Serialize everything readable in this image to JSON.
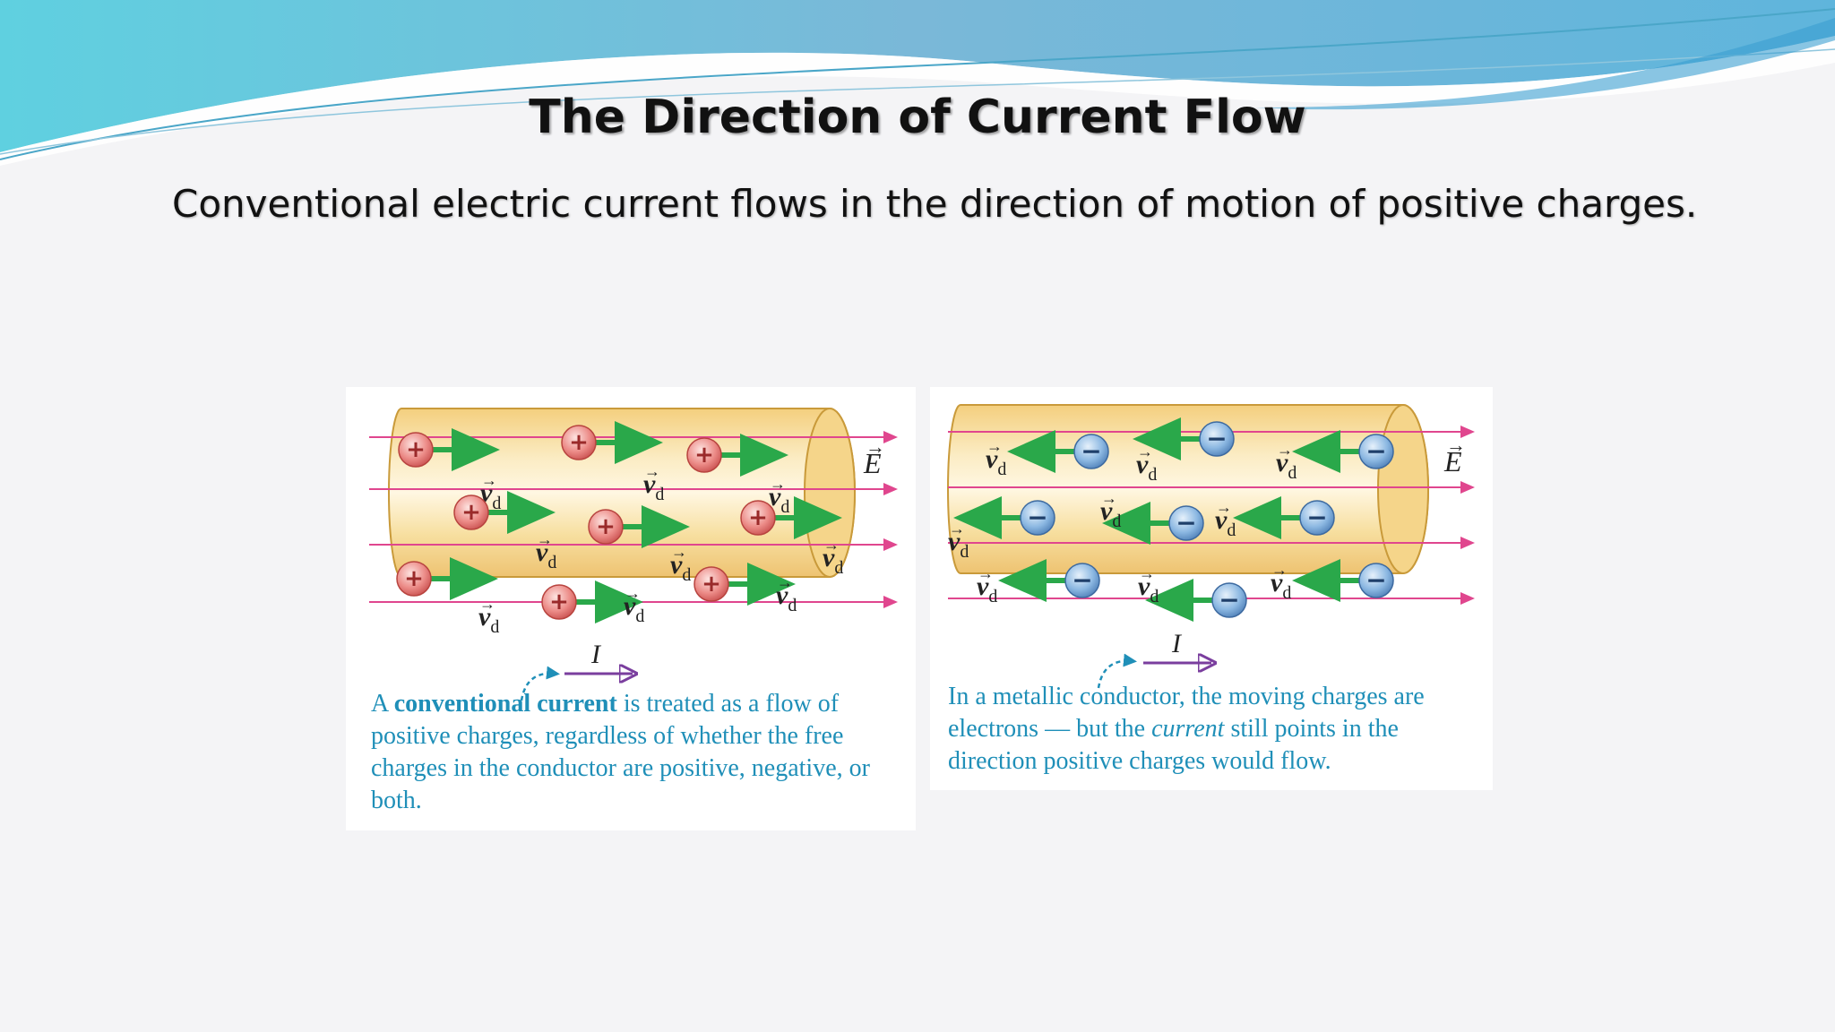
{
  "slide": {
    "title": "The Direction of Current Flow",
    "subtitle": "Conventional electric current flows in the direction of motion of positive charges."
  },
  "diagram_left": {
    "symbols": {
      "drift_velocity": "v",
      "drift_subscript": "d",
      "field": "E",
      "current": "I",
      "charge_sign": "+"
    },
    "caption": {
      "pre": "A ",
      "bold": "conventional current",
      "post": " is treated as a flow of positive charges, regardless of whether the free charges in the conductor are positive, negative, or both."
    }
  },
  "diagram_right": {
    "symbols": {
      "drift_velocity": "v",
      "drift_subscript": "d",
      "field": "E",
      "current": "I",
      "charge_sign": "−"
    },
    "caption": {
      "pre": "In a metallic conductor, the moving charges are electrons — but the ",
      "italic": "current",
      "post": " still points in the direction positive charges would flow."
    }
  },
  "colors": {
    "field_line": "#e0468e",
    "drift_arrow": "#2aa84a",
    "current_arrow": "#7a3e9e",
    "positive_charge": "#e3706f",
    "negative_charge": "#6fa3d6",
    "caption_text": "#1f8fb8",
    "conductor": "#f7dfa0"
  }
}
